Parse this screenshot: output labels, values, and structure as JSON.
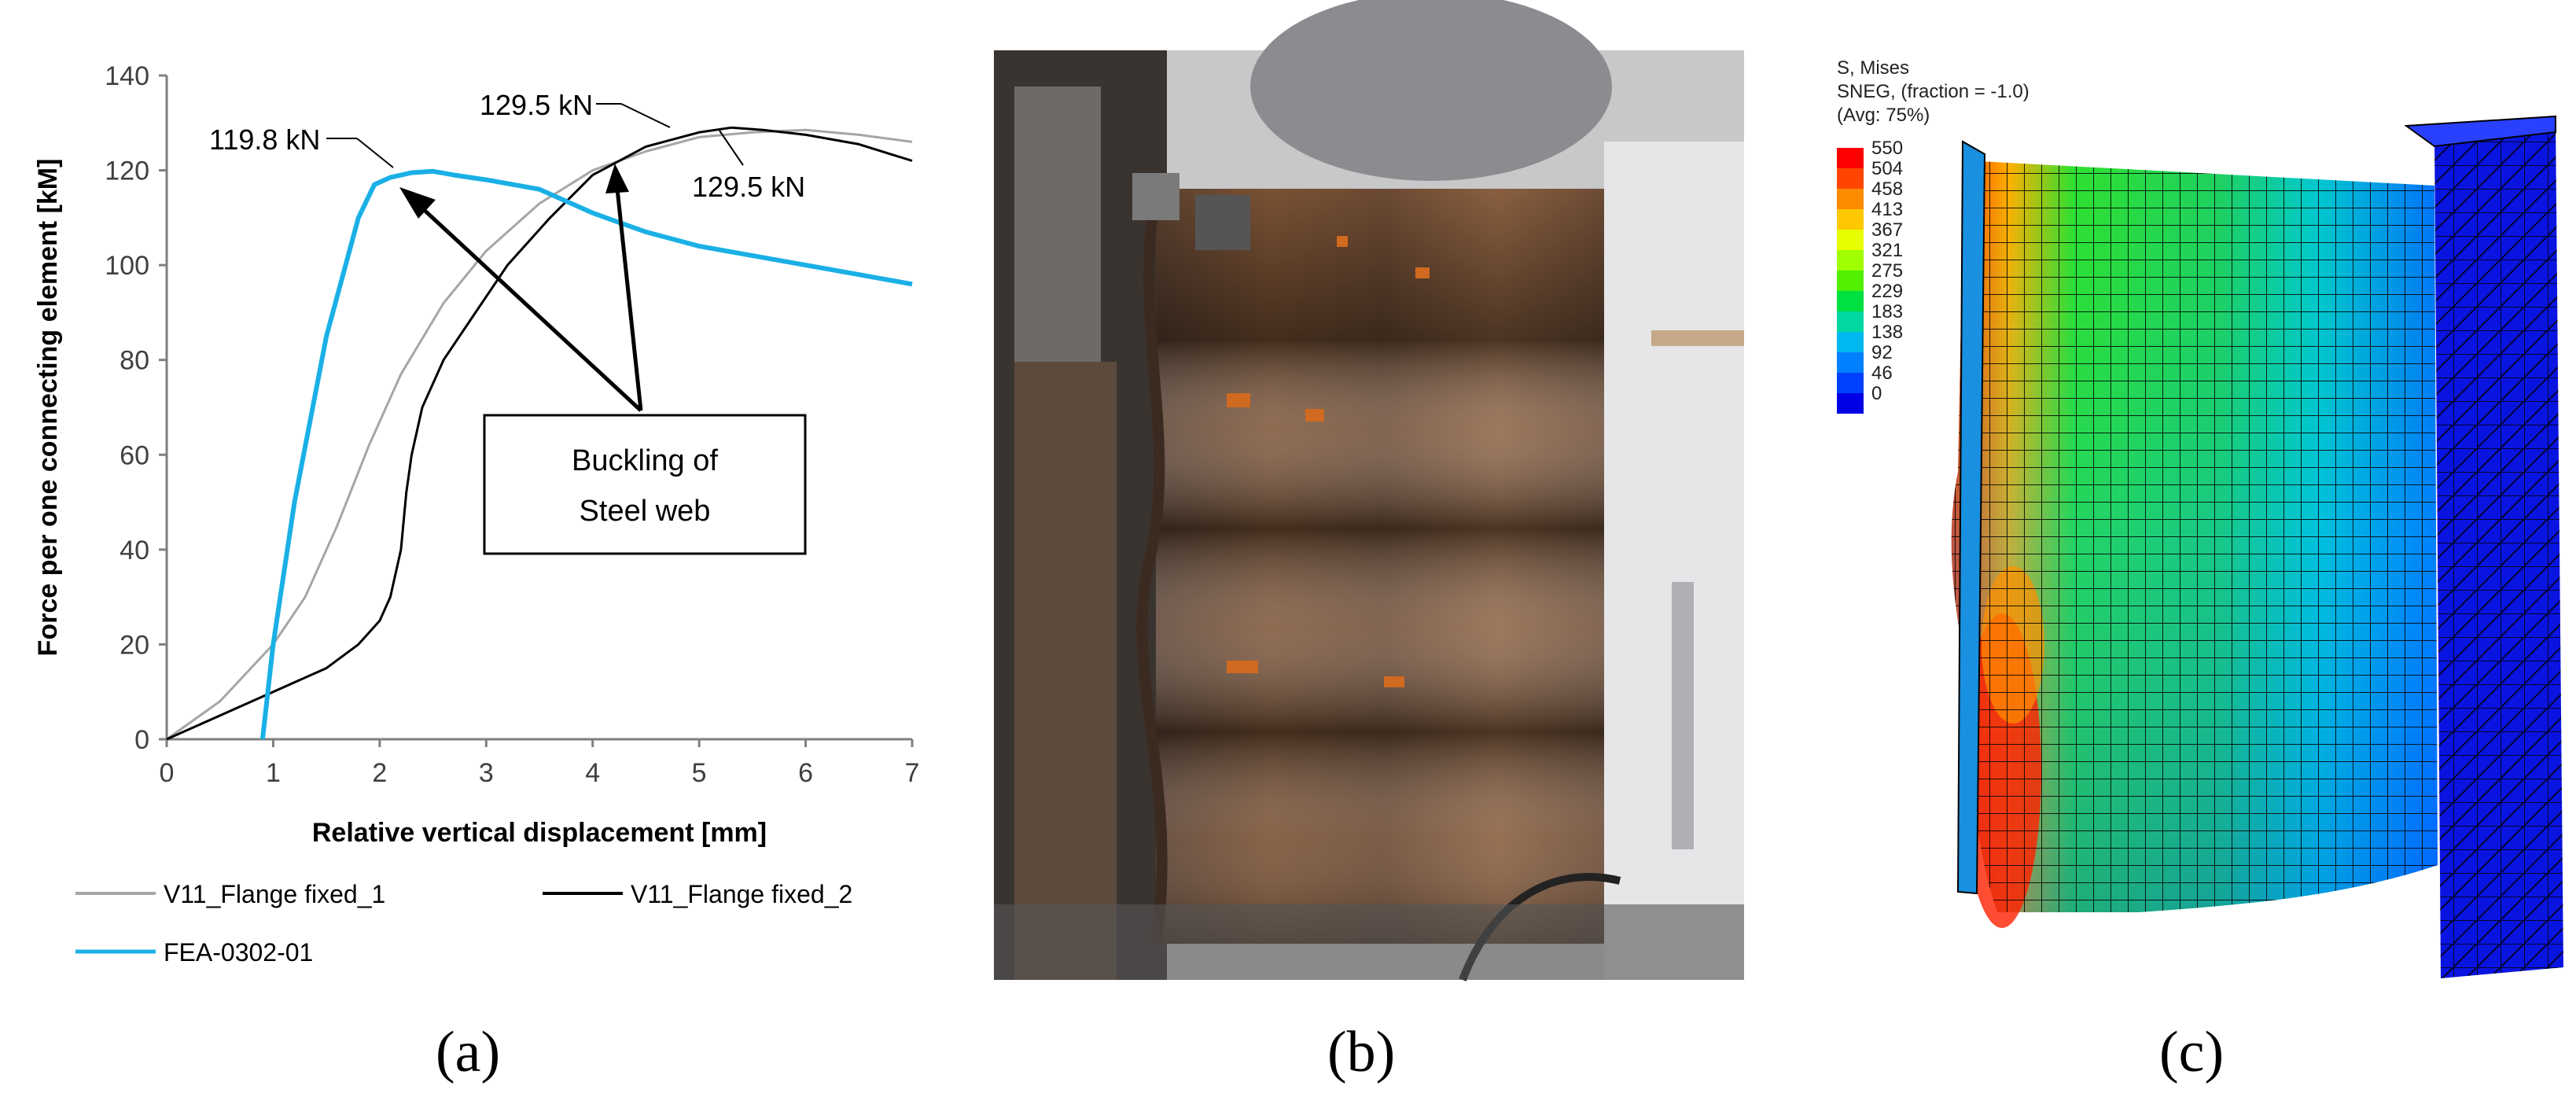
{
  "panels": [
    {
      "label": "(a)"
    },
    {
      "label": "(b)"
    },
    {
      "label": "(c)"
    }
  ],
  "chart_data": {
    "type": "line",
    "xlabel": "Relative vertical displacement [mm]",
    "ylabel": "Force per one connecting element [kM]",
    "xlim": [
      0,
      7
    ],
    "ylim": [
      0,
      140
    ],
    "xticks": [
      0,
      1,
      2,
      3,
      4,
      5,
      6,
      7
    ],
    "yticks": [
      0,
      20,
      40,
      60,
      80,
      100,
      120,
      140
    ],
    "grid": false,
    "legend_placement": "bottom",
    "series": [
      {
        "name": "V11_Flange fixed_1",
        "color": "#a6a6a6",
        "x": [
          0,
          0.5,
          1.0,
          1.3,
          1.6,
          1.9,
          2.2,
          2.6,
          3.0,
          3.5,
          4.0,
          4.5,
          5.0,
          5.5,
          6.0,
          6.5,
          7.0
        ],
        "y": [
          0,
          8,
          20,
          30,
          45,
          62,
          77,
          92,
          103,
          113,
          120,
          124,
          127,
          128,
          128.5,
          127.5,
          126
        ]
      },
      {
        "name": "V11_Flange fixed_2",
        "color": "#000000",
        "x": [
          0,
          0.5,
          1.0,
          1.5,
          1.8,
          2.0,
          2.1,
          2.2,
          2.25,
          2.3,
          2.4,
          2.6,
          2.9,
          3.2,
          3.6,
          4.0,
          4.5,
          5.0,
          5.3,
          5.6,
          6.0,
          6.5,
          7.0
        ],
        "y": [
          0,
          5,
          10,
          15,
          20,
          25,
          30,
          40,
          52,
          60,
          70,
          80,
          90,
          100,
          110,
          119,
          125,
          128,
          129,
          128.5,
          127.5,
          125.5,
          122
        ]
      },
      {
        "name": "FEA-0302-01",
        "color": "#1ab0e6",
        "x": [
          0.9,
          1.0,
          1.2,
          1.5,
          1.8,
          1.95,
          2.1,
          2.3,
          2.5,
          2.7,
          3.0,
          3.5,
          4.0,
          4.5,
          5.0,
          5.5,
          6.0,
          6.5,
          7.0
        ],
        "y": [
          0,
          20,
          50,
          85,
          110,
          117,
          118.5,
          119.5,
          119.8,
          119,
          118,
          116,
          111,
          107,
          104,
          102,
          100,
          98,
          96
        ]
      }
    ],
    "annotations": {
      "peak_fea": "119.8 kN",
      "peak_test_upper": "129.5 kN",
      "peak_test_lower": "129.5 kN",
      "callout_line1": "Buckling of",
      "callout_line2": "Steel web"
    }
  },
  "contour": {
    "title_line1": "S, Mises",
    "title_line2": "SNEG, (fraction = -1.0)",
    "title_line3": "(Avg: 75%)",
    "legend_values": [
      "550",
      "504",
      "458",
      "413",
      "367",
      "321",
      "275",
      "229",
      "183",
      "138",
      "92",
      "46",
      "0"
    ],
    "legend_colors": [
      "#ff0000",
      "#ff4500",
      "#ff8c00",
      "#ffc800",
      "#e6ff00",
      "#a0ff00",
      "#50f000",
      "#00e040",
      "#00d8a0",
      "#00b8f0",
      "#0080ff",
      "#0040ff",
      "#0000e6"
    ]
  }
}
